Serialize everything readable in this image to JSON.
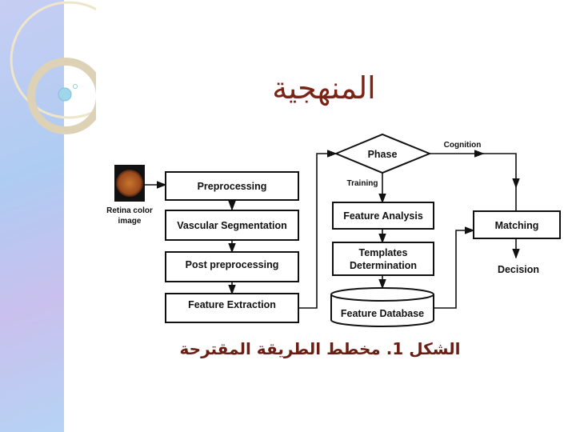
{
  "slide": {
    "title": "المنهجية",
    "caption": "الشكل 1. مخطط الطريقة المقترحة"
  },
  "diagram": {
    "input_label_1": "Retina color",
    "input_label_2": "image",
    "steps": [
      "Preprocessing",
      "Vascular Segmentation",
      "Post preprocessing",
      "Feature Extraction"
    ],
    "decision": "Phase",
    "branch_training": "Training",
    "branch_cognition": "Cognition",
    "feature_analysis": "Feature Analysis",
    "templates_1": "Templates",
    "templates_2": "Determination",
    "database": "Feature Database",
    "matching": "Matching",
    "output": "Decision"
  }
}
